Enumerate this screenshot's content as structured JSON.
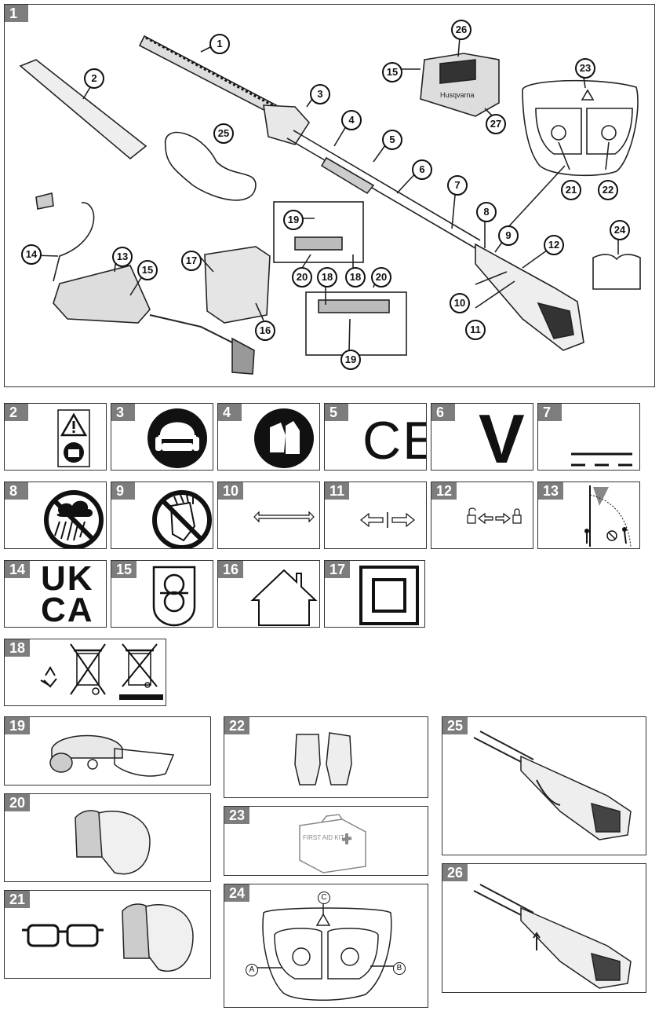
{
  "panels": {
    "p1": "1",
    "p2": "2",
    "p3": "3",
    "p4": "4",
    "p5": "5",
    "p6": "6",
    "p7": "7",
    "p8": "8",
    "p9": "9",
    "p10": "10",
    "p11": "11",
    "p12": "12",
    "p13": "13",
    "p14": "14",
    "p15": "15",
    "p16": "16",
    "p17": "17",
    "p18": "18",
    "p19": "19",
    "p20": "20",
    "p21": "21",
    "p22": "22",
    "p23": "23",
    "p24": "24",
    "p25": "25",
    "p26": "26"
  },
  "callouts": {
    "c1": "1",
    "c2": "2",
    "c3": "3",
    "c4": "4",
    "c5": "5",
    "c6": "6",
    "c7": "7",
    "c8": "8",
    "c9": "9",
    "c10": "10",
    "c11": "11",
    "c12": "12",
    "c13": "13",
    "c14": "14",
    "c15a": "15",
    "c15b": "15",
    "c16": "16",
    "c17": "17",
    "c18a": "18",
    "c18b": "18",
    "c19a": "19",
    "c19b": "19",
    "c20a": "20",
    "c20b": "20",
    "c21": "21",
    "c22": "22",
    "c23": "23",
    "c24": "24",
    "c25": "25",
    "c26": "26",
    "c27": "27"
  },
  "symbols": {
    "ukca_line1": "UK",
    "ukca_line2": "CA",
    "ce": "CE",
    "v": "V",
    "first_aid": "FIRST AID KIT",
    "brand": "Husqvarna"
  },
  "panel24_letters": {
    "a": "A",
    "b": "B",
    "c": "C"
  },
  "colors": {
    "tag_gray": "#7d7d7d"
  }
}
